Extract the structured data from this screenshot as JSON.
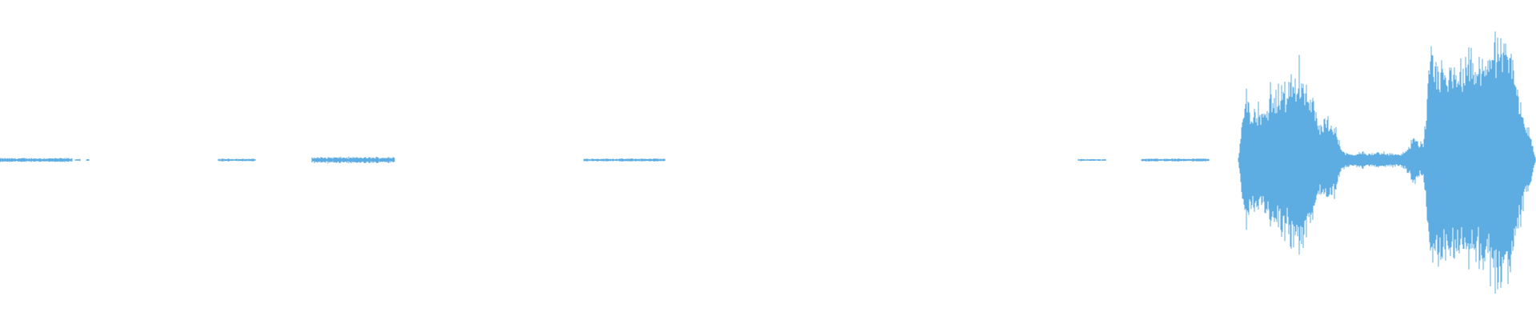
{
  "waveform": {
    "color": "#5DADE2",
    "amplitude_scale": [
      -1,
      1
    ],
    "duration_fraction_axis": [
      0,
      1
    ],
    "segments": [
      {
        "start": 0.0,
        "end": 0.047,
        "amplitude": 0.012
      },
      {
        "start": 0.049,
        "end": 0.052,
        "amplitude": 0.006
      },
      {
        "start": 0.056,
        "end": 0.058,
        "amplitude": 0.005
      },
      {
        "start": 0.142,
        "end": 0.166,
        "amplitude": 0.008
      },
      {
        "start": 0.203,
        "end": 0.257,
        "amplitude": 0.018
      },
      {
        "start": 0.38,
        "end": 0.433,
        "amplitude": 0.009
      },
      {
        "start": 0.702,
        "end": 0.72,
        "amplitude": 0.006
      },
      {
        "start": 0.743,
        "end": 0.787,
        "amplitude": 0.009
      }
    ],
    "bursts": [
      {
        "envelope": [
          [
            0.806,
            0.0
          ],
          [
            0.809,
            0.3
          ],
          [
            0.812,
            0.62
          ],
          [
            0.814,
            0.35
          ],
          [
            0.817,
            0.45
          ],
          [
            0.822,
            0.4
          ],
          [
            0.827,
            0.5
          ],
          [
            0.832,
            0.55
          ],
          [
            0.837,
            0.6
          ],
          [
            0.842,
            0.65
          ],
          [
            0.847,
            0.7
          ],
          [
            0.852,
            0.62
          ],
          [
            0.855,
            0.45
          ],
          [
            0.858,
            0.3
          ],
          [
            0.86,
            0.28
          ],
          [
            0.863,
            0.32
          ],
          [
            0.867,
            0.3
          ],
          [
            0.87,
            0.26
          ],
          [
            0.873,
            0.1
          ],
          [
            0.876,
            0.06
          ],
          [
            0.88,
            0.05
          ],
          [
            0.886,
            0.06
          ],
          [
            0.892,
            0.05
          ],
          [
            0.898,
            0.06
          ],
          [
            0.905,
            0.05
          ],
          [
            0.912,
            0.05
          ],
          [
            0.916,
            0.08
          ],
          [
            0.919,
            0.16
          ],
          [
            0.921,
            0.2
          ],
          [
            0.924,
            0.12
          ],
          [
            0.927,
            0.16
          ],
          [
            0.929,
            0.45
          ],
          [
            0.931,
            0.97
          ],
          [
            0.933,
            0.85
          ],
          [
            0.937,
            0.75
          ],
          [
            0.942,
            0.72
          ],
          [
            0.947,
            0.78
          ],
          [
            0.952,
            0.75
          ],
          [
            0.957,
            0.82
          ],
          [
            0.962,
            0.8
          ],
          [
            0.967,
            0.85
          ],
          [
            0.972,
            0.95
          ],
          [
            0.977,
            1.0
          ],
          [
            0.982,
            0.9
          ],
          [
            0.987,
            0.7
          ],
          [
            0.99,
            0.45
          ],
          [
            0.992,
            0.35
          ],
          [
            0.994,
            0.28
          ],
          [
            0.996,
            0.25
          ],
          [
            0.998,
            0.1
          ],
          [
            1.0,
            0.0
          ]
        ]
      }
    ]
  }
}
